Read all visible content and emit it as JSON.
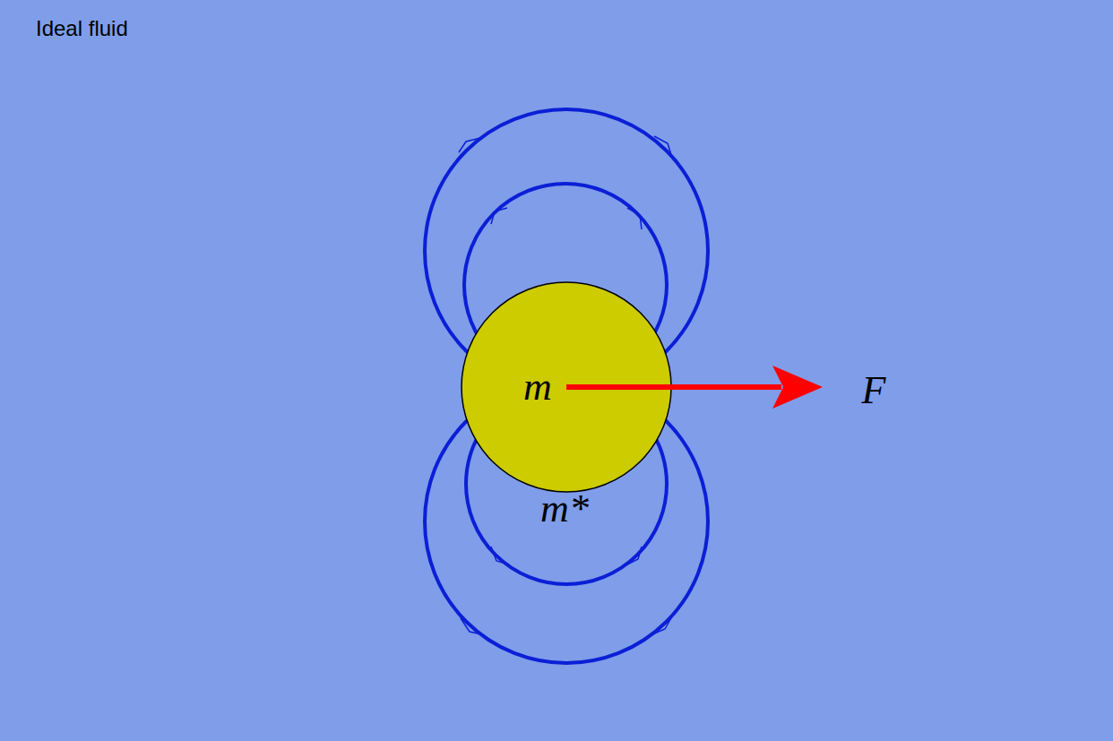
{
  "diagram": {
    "title": "Ideal fluid",
    "nodes": [
      {
        "text": [
          "m"
        ]
      }
    ],
    "labels": [
      "m*",
      "F"
    ]
  }
}
